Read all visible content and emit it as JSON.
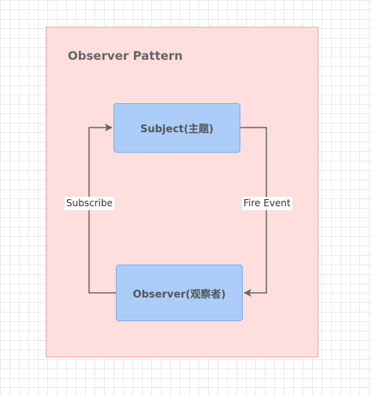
{
  "container": {
    "title": "Observer Pattern"
  },
  "nodes": {
    "subject": "Subject(主题)",
    "observer": "Observer(观察者)"
  },
  "edges": {
    "subscribe": "Subscribe",
    "fire_event": "Fire Event"
  },
  "colors": {
    "container_fill": "#ffdede",
    "container_border": "#f3a6a6",
    "node_fill": "#abcdf7",
    "node_border": "#7aaee8",
    "edge": "#666666"
  }
}
